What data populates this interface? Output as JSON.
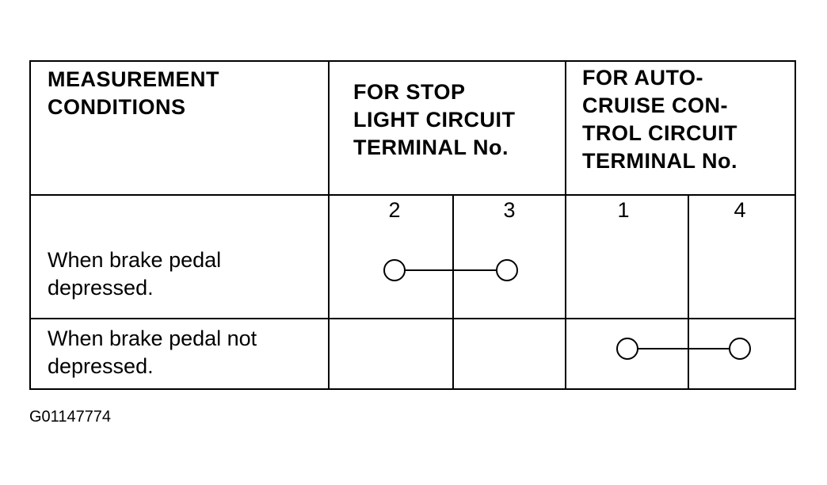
{
  "table": {
    "headers": {
      "measurement_conditions": "MEASUREMENT\nCONDITIONS",
      "stop_light_circuit": "FOR STOP\nLIGHT CIRCUIT\nTERMINAL No.",
      "auto_cruise_circuit": "FOR AUTO-\nCRUISE CON-\nTROL CIRCUIT\nTERMINAL No."
    },
    "terminals": {
      "stop_light": [
        "2",
        "3"
      ],
      "auto_cruise": [
        "1",
        "4"
      ]
    },
    "rows": [
      {
        "condition": "When brake pedal\ndepressed.",
        "continuity_between": [
          "2",
          "3"
        ]
      },
      {
        "condition": "When brake pedal not\ndepressed.",
        "continuity_between": [
          "1",
          "4"
        ]
      }
    ]
  },
  "figure_id": "G01147774"
}
